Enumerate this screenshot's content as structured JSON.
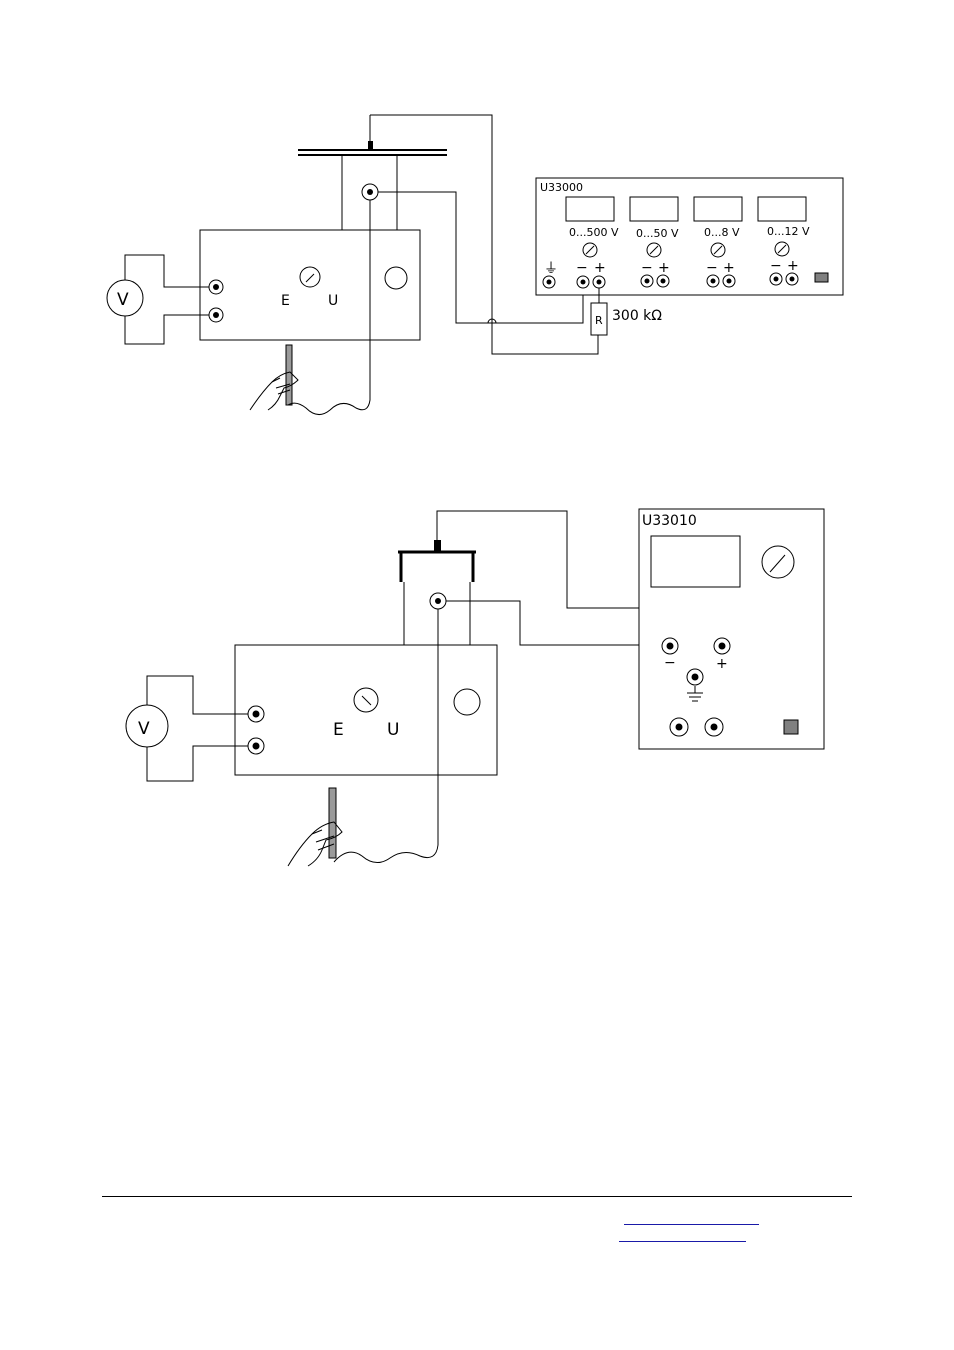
{
  "diagram1": {
    "supply_name": "U33000",
    "ranges": [
      "0...500 V",
      "0...50 V",
      "0...8 V",
      "0...12 V"
    ],
    "polarity_minus": "−",
    "polarity_plus": "+",
    "ground_symbol": "⏚",
    "resistor_symbol": "R",
    "resistor_value": "300 kΩ",
    "voltmeter": "V",
    "meter_labels": [
      "E",
      "U"
    ]
  },
  "diagram2": {
    "supply_name": "U33010",
    "polarity_minus": "−",
    "polarity_plus": "+",
    "voltmeter": "V",
    "meter_labels": [
      "E",
      "U"
    ]
  }
}
